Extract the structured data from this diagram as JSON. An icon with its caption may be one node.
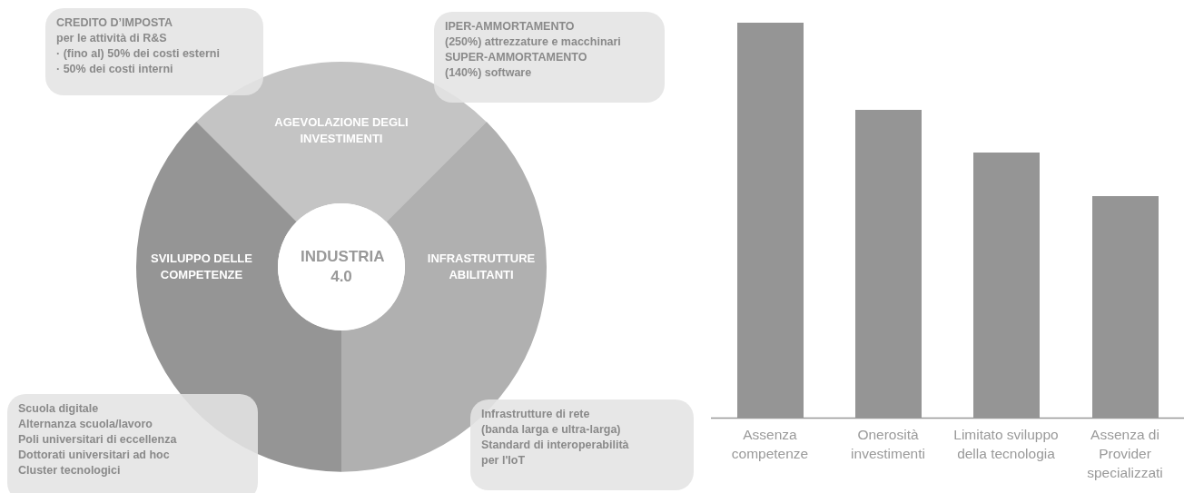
{
  "diagram": {
    "nodes": [
      {
        "text": [
          "CREDITO D’IMPOSTA",
          "per le attività di R&S",
          "· (fino al) 50% dei costi esterni",
          "· 50% dei costi interni"
        ]
      },
      {
        "text": [
          "IPER-AMMORTAMENTO",
          "(250%) attrezzature e macchinari",
          "SUPER-AMMORTAMENTO",
          "(140%) software"
        ]
      },
      {
        "text": [
          "AGEVOLAZIONE DEGLI INVESTIMENTI"
        ]
      },
      {
        "text": [
          "SVILUPPO DELLE COMPETENZE"
        ]
      },
      {
        "text": [
          "INDUSTRIA 4.0"
        ]
      },
      {
        "text": [
          "INFRASTRUTTURE ABILITANTI"
        ]
      },
      {
        "text": [
          "Scuola digitale",
          "Alternanza scuola/lavoro",
          "Poli universitari di eccellenza",
          "Dottorati universitari ad hoc",
          "Cluster tecnologici"
        ]
      },
      {
        "text": [
          "Infrastrutture di rete",
          "(banda larga e ultra-larga)",
          "Standard di interoperabilità",
          "per l'IoT"
        ]
      }
    ],
    "labels": [
      "Assenza competenze",
      "Onerosità investimenti",
      "Limitato sviluppo della tecnologia",
      "Assenza di Provider specializzati"
    ]
  }
}
